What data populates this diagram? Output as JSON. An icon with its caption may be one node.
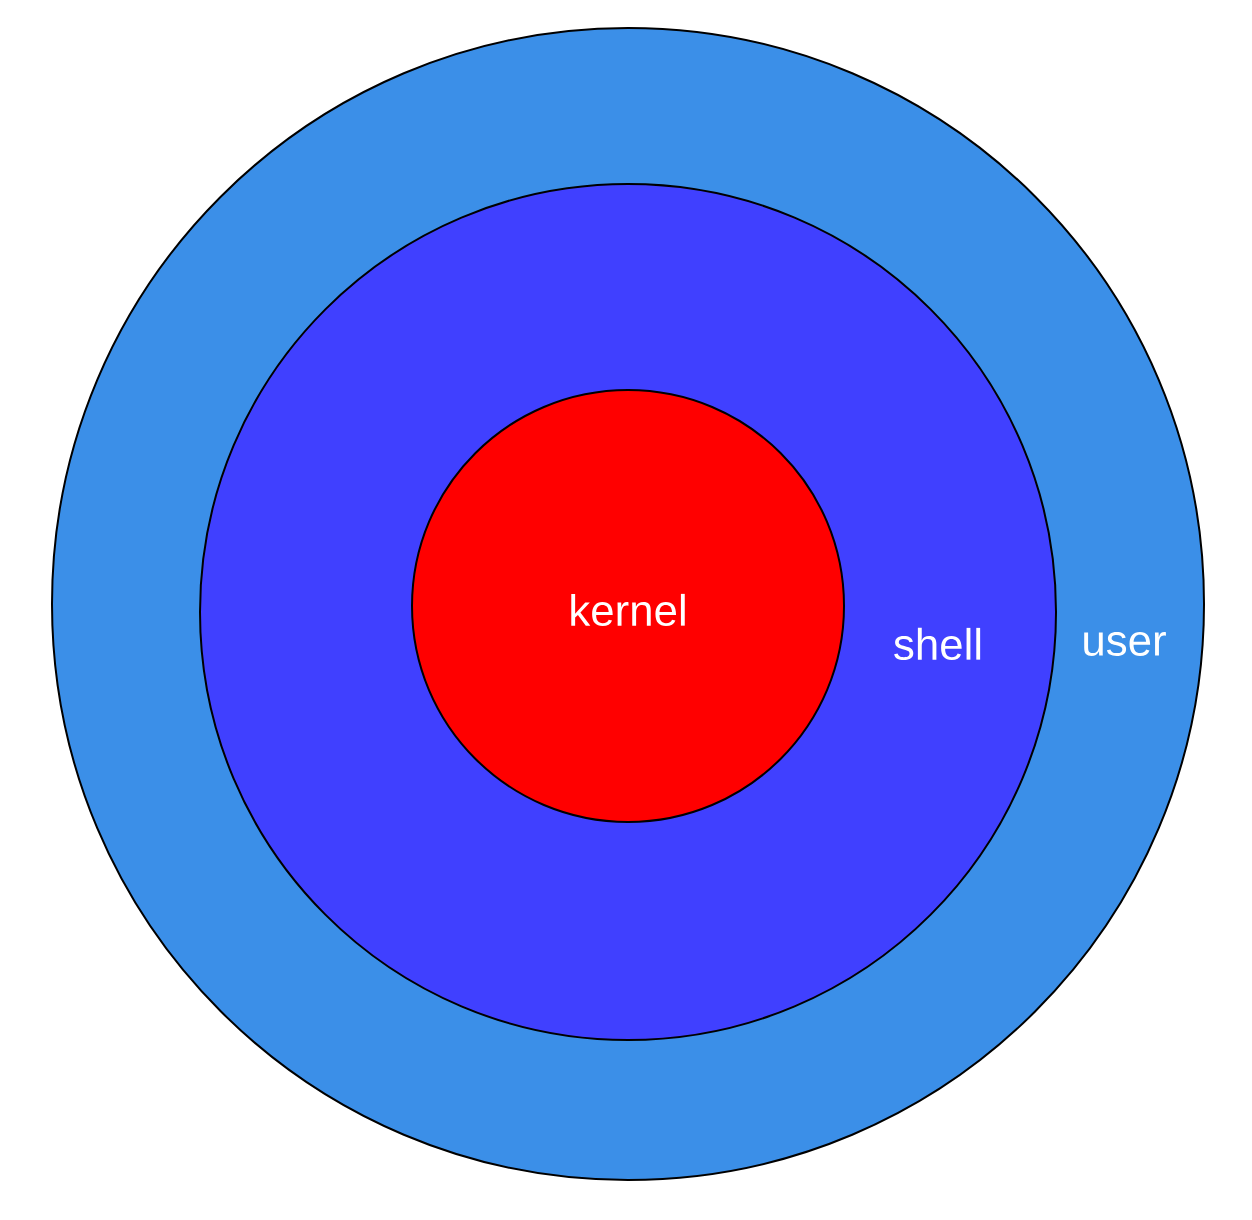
{
  "diagram": {
    "nodes": [
      {
        "text": [
          "user"
        ]
      },
      {
        "text": [
          "shell"
        ],
        "in": 0
      },
      {
        "text": [
          "kernel"
        ],
        "in": 1
      }
    ]
  }
}
